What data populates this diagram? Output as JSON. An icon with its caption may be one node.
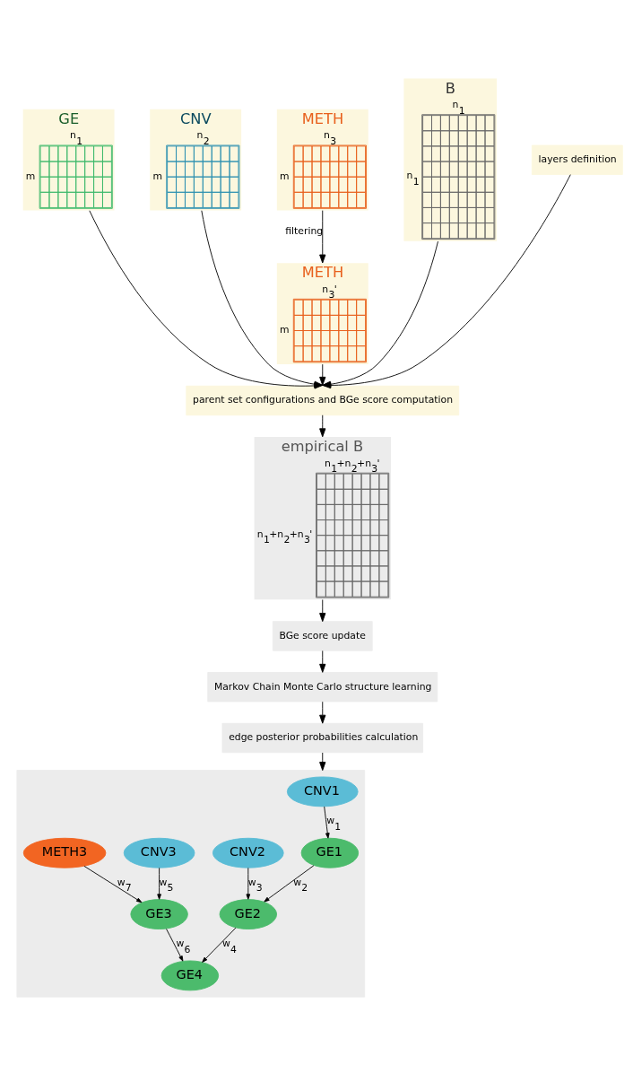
{
  "diagram": {
    "nodes": [
      {
        "text": [
          "GE",
          "n$_{1}$",
          "m"
        ]
      },
      {
        "text": [
          "CNV",
          "n$_{2}$",
          "m"
        ]
      },
      {
        "text": [
          "METH",
          "n$_{3}$",
          "m"
        ]
      },
      {
        "text": [
          "B",
          "n$_{1}$",
          "n$_{1}$"
        ]
      },
      {
        "text": [
          "layers definition"
        ]
      },
      {
        "text": [
          "METH",
          "n$_{3}$'",
          "m"
        ]
      },
      {
        "text": [
          "parent set configurations and BGe score computation"
        ]
      },
      {
        "text": [
          "empirical B",
          "n$_{1}$+n$_{2}$+n$_{3}$'",
          "n$_{1}$+n$_{2}$+n$_{3}$'"
        ]
      },
      {
        "text": [
          "BGe score update"
        ]
      },
      {
        "text": [
          "Markov Chain Monte Carlo structure learning"
        ]
      },
      {
        "text": [
          "edge posterior probabilities calculation"
        ]
      },
      {
        "text": [],
        "shape": "box"
      },
      {
        "text": [
          "CNV1"
        ],
        "in": 11
      },
      {
        "text": [
          "GE1"
        ],
        "in": 11
      },
      {
        "text": [
          "CNV2"
        ],
        "in": 11
      },
      {
        "text": [
          "GE2"
        ],
        "in": 11
      },
      {
        "text": [
          "CNV3"
        ],
        "in": 11
      },
      {
        "text": [
          "METH3"
        ],
        "in": 11
      },
      {
        "text": [
          "GE3"
        ],
        "in": 11
      },
      {
        "text": [
          "GE4"
        ],
        "in": 11
      }
    ],
    "edges": [
      {
        "from": 2,
        "to": 5,
        "arrow": "to",
        "label": "filtering"
      },
      {
        "from": 0,
        "to": 6,
        "arrow": "to"
      },
      {
        "from": 1,
        "to": 6,
        "arrow": "to"
      },
      {
        "from": 5,
        "to": 6,
        "arrow": "to"
      },
      {
        "from": 3,
        "to": 6,
        "arrow": "to"
      },
      {
        "from": 4,
        "to": 6,
        "arrow": "to"
      },
      {
        "from": 6,
        "to": 7,
        "arrow": "to"
      },
      {
        "from": 7,
        "to": 8,
        "arrow": "to"
      },
      {
        "from": 8,
        "to": 9,
        "arrow": "to"
      },
      {
        "from": 9,
        "to": 10,
        "arrow": "to"
      },
      {
        "from": 10,
        "to": 11,
        "arrow": "to"
      },
      {
        "from": 12,
        "to": 13,
        "arrow": "to",
        "label": "w$_{1}$"
      },
      {
        "from": 13,
        "to": 15,
        "arrow": "to",
        "label": "w$_{2}$"
      },
      {
        "from": 14,
        "to": 15,
        "arrow": "to",
        "label": "w$_{3}$"
      },
      {
        "from": 15,
        "to": 19,
        "arrow": "to",
        "label": "w$_{4}$"
      },
      {
        "from": 16,
        "to": 18,
        "arrow": "to",
        "label": "w$_{5}$"
      },
      {
        "from": 18,
        "to": 19,
        "arrow": "to",
        "label": "w$_{6}$"
      },
      {
        "from": 17,
        "to": 18,
        "arrow": "to",
        "label": "w$_{7}$"
      }
    ]
  }
}
